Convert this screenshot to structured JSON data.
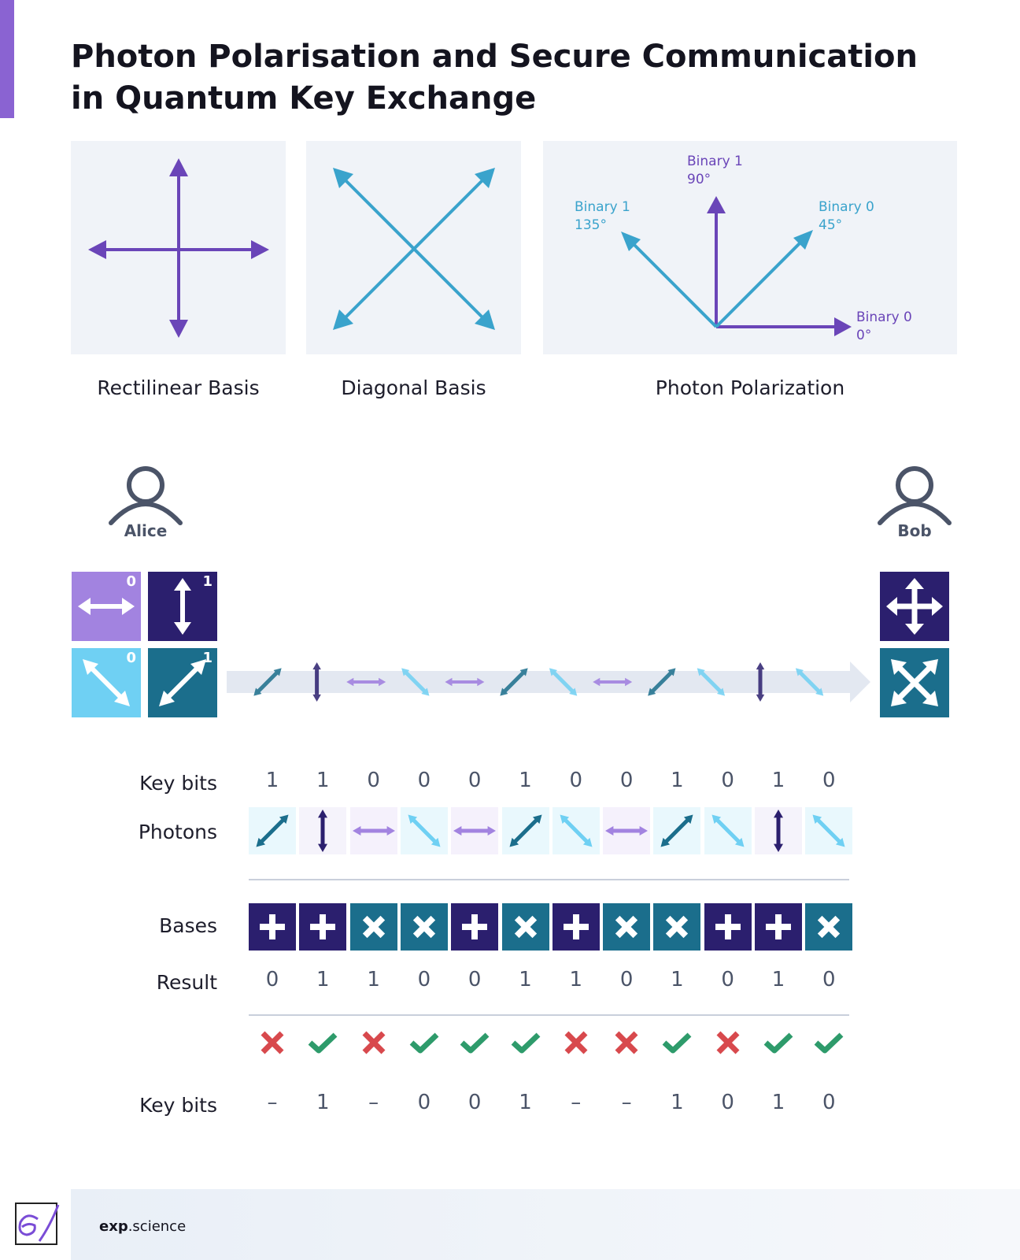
{
  "title": "Photon Polarisation and Secure Communication in Quantum Key Exchange",
  "panels": {
    "rectilinear_caption": "Rectilinear Basis",
    "diagonal_caption": "Diagonal Basis",
    "polarization_caption": "Photon Polarization",
    "polarization_labels": [
      {
        "binary": "Binary 1",
        "angle": "90°"
      },
      {
        "binary": "Binary 1",
        "angle": "135°"
      },
      {
        "binary": "Binary 0",
        "angle": "45°"
      },
      {
        "binary": "Binary 0",
        "angle": "0°"
      }
    ]
  },
  "alice": {
    "name": "Alice",
    "tiles": [
      {
        "photon": "horizontal",
        "bit": "0"
      },
      {
        "photon": "vertical",
        "bit": "1"
      },
      {
        "photon": "diag-135",
        "bit": "0"
      },
      {
        "photon": "diag-45",
        "bit": "1"
      }
    ]
  },
  "bob": {
    "name": "Bob",
    "filters": [
      "rectilinear",
      "diagonal"
    ]
  },
  "beam_photons": [
    "diag-45",
    "vertical",
    "horizontal",
    "diag-135",
    "horizontal",
    "diag-45",
    "diag-135",
    "horizontal",
    "diag-45",
    "diag-135",
    "vertical",
    "diag-135"
  ],
  "table": {
    "key_bits_label": "Key bits",
    "photons_label": "Photons",
    "bases_label": "Bases",
    "result_label": "Result",
    "final_key_label": "Key bits",
    "key_bits": [
      "1",
      "1",
      "0",
      "0",
      "0",
      "1",
      "0",
      "0",
      "1",
      "0",
      "1",
      "0"
    ],
    "photons": [
      "diag-45",
      "vertical",
      "horizontal",
      "diag-135",
      "horizontal",
      "diag-45",
      "diag-135",
      "horizontal",
      "diag-45",
      "diag-135",
      "vertical",
      "diag-135"
    ],
    "bases": [
      "rectilinear",
      "rectilinear",
      "diagonal",
      "diagonal",
      "rectilinear",
      "diagonal",
      "rectilinear",
      "diagonal",
      "diagonal",
      "rectilinear",
      "rectilinear",
      "diagonal"
    ],
    "result": [
      "0",
      "1",
      "1",
      "0",
      "0",
      "1",
      "1",
      "0",
      "1",
      "0",
      "1",
      "0"
    ],
    "match": [
      "cross-icon",
      "check-icon",
      "cross-icon",
      "check-icon",
      "check-icon",
      "check-icon",
      "cross-icon",
      "cross-icon",
      "check-icon",
      "cross-icon",
      "check-icon",
      "check-icon"
    ],
    "final_key": [
      "–",
      "1",
      "–",
      "0",
      "0",
      "1",
      "–",
      "–",
      "1",
      "0",
      "1",
      "0"
    ]
  },
  "footer": {
    "brand_bold": "exp",
    "brand_rest": ".science"
  },
  "colors": {
    "purple": "#6a45b8",
    "light_purple": "#a283e0",
    "navy": "#2b1f6e",
    "sky": "#6fd0f3",
    "teal": "#1b6e8c",
    "blue_arrow": "#3aa3cc",
    "check": "#2e9b6b",
    "cross": "#d8494d"
  }
}
